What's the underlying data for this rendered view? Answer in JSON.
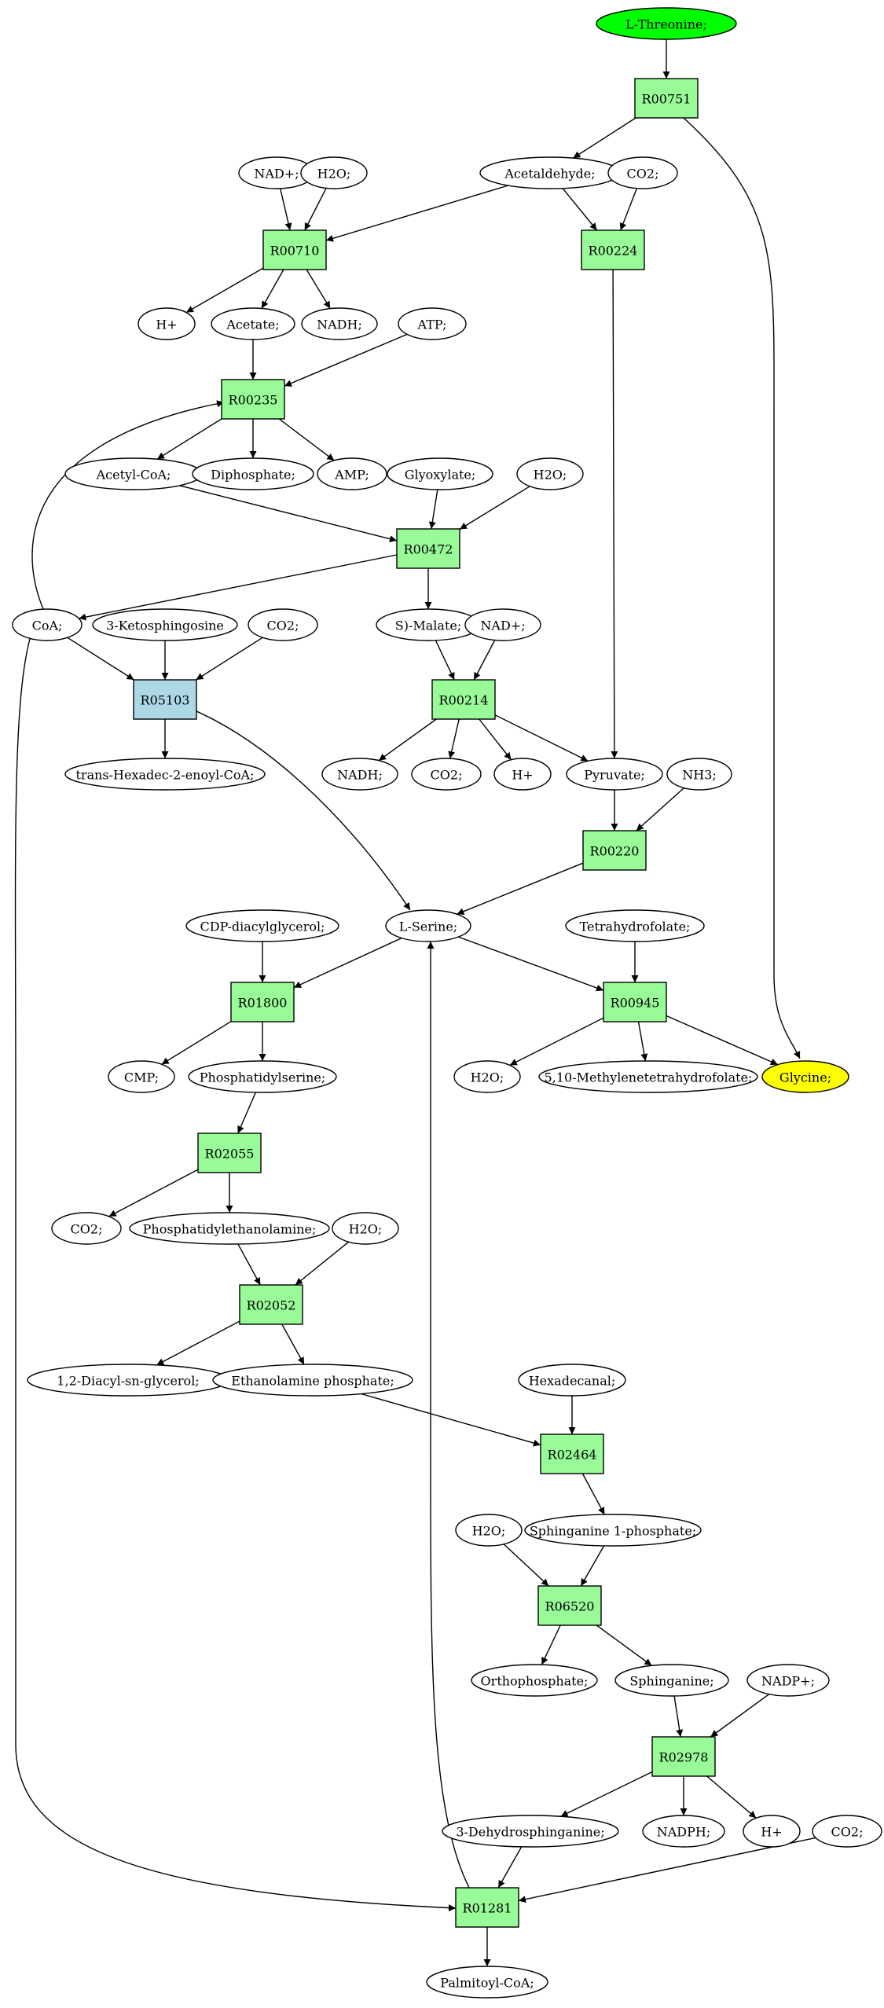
{
  "colors": {
    "reaction": "#98fb98",
    "reaction_highlight": "#add8e6",
    "start": "#00ff00",
    "target": "#ffff00",
    "compound": "#ffffff"
  },
  "nodes": [
    {
      "id": "thr",
      "label": "L-Threonine;",
      "kind": "start"
    },
    {
      "id": "R00751",
      "label": "R00751",
      "kind": "reaction"
    },
    {
      "id": "nad1",
      "label": "NAD+;",
      "kind": "compound"
    },
    {
      "id": "h2o1",
      "label": "H2O;",
      "kind": "compound"
    },
    {
      "id": "acetald",
      "label": "Acetaldehyde;",
      "kind": "compound"
    },
    {
      "id": "co2a",
      "label": "CO2;",
      "kind": "compound"
    },
    {
      "id": "R00710",
      "label": "R00710",
      "kind": "reaction"
    },
    {
      "id": "R00224",
      "label": "R00224",
      "kind": "reaction"
    },
    {
      "id": "hplus1",
      "label": "H+",
      "kind": "compound"
    },
    {
      "id": "acetate",
      "label": "Acetate;",
      "kind": "compound"
    },
    {
      "id": "nadh1",
      "label": "NADH;",
      "kind": "compound"
    },
    {
      "id": "atp",
      "label": "ATP;",
      "kind": "compound"
    },
    {
      "id": "R00235",
      "label": "R00235",
      "kind": "reaction"
    },
    {
      "id": "acetylcoa",
      "label": "Acetyl-CoA;",
      "kind": "compound"
    },
    {
      "id": "dipho",
      "label": "Diphosphate;",
      "kind": "compound"
    },
    {
      "id": "amp",
      "label": "AMP;",
      "kind": "compound"
    },
    {
      "id": "glyox",
      "label": "Glyoxylate;",
      "kind": "compound"
    },
    {
      "id": "h2o2",
      "label": "H2O;",
      "kind": "compound"
    },
    {
      "id": "R00472",
      "label": "R00472",
      "kind": "reaction"
    },
    {
      "id": "coa",
      "label": "CoA;",
      "kind": "compound"
    },
    {
      "id": "ketosph",
      "label": "3-Ketosphingosine",
      "kind": "compound"
    },
    {
      "id": "co2b",
      "label": "CO2;",
      "kind": "compound"
    },
    {
      "id": "malate",
      "label": "S)-Malate;",
      "kind": "compound"
    },
    {
      "id": "nad2",
      "label": "NAD+;",
      "kind": "compound"
    },
    {
      "id": "R05103",
      "label": "R05103",
      "kind": "reaction_highlight"
    },
    {
      "id": "R00214",
      "label": "R00214",
      "kind": "reaction"
    },
    {
      "id": "transhex",
      "label": "trans-Hexadec-2-enoyl-CoA;",
      "kind": "compound"
    },
    {
      "id": "nadh2",
      "label": "NADH;",
      "kind": "compound"
    },
    {
      "id": "co2c",
      "label": "CO2;",
      "kind": "compound"
    },
    {
      "id": "hplus2",
      "label": "H+",
      "kind": "compound"
    },
    {
      "id": "pyruvate",
      "label": "Pyruvate;",
      "kind": "compound"
    },
    {
      "id": "nh3",
      "label": "NH3;",
      "kind": "compound"
    },
    {
      "id": "R00220",
      "label": "R00220",
      "kind": "reaction"
    },
    {
      "id": "cdpdag",
      "label": "CDP-diacylglycerol;",
      "kind": "compound"
    },
    {
      "id": "serine",
      "label": "L-Serine;",
      "kind": "compound"
    },
    {
      "id": "thf",
      "label": "Tetrahydrofolate;",
      "kind": "compound"
    },
    {
      "id": "R01800",
      "label": "R01800",
      "kind": "reaction"
    },
    {
      "id": "R00945",
      "label": "R00945",
      "kind": "reaction"
    },
    {
      "id": "cmp",
      "label": "CMP;",
      "kind": "compound"
    },
    {
      "id": "ptdser",
      "label": "Phosphatidylserine;",
      "kind": "compound"
    },
    {
      "id": "h2o3",
      "label": "H2O;",
      "kind": "compound"
    },
    {
      "id": "methylthf",
      "label": "5,10-Methylenetetrahydrofolate;",
      "kind": "compound"
    },
    {
      "id": "glycine",
      "label": "Glycine;",
      "kind": "target"
    },
    {
      "id": "R02055",
      "label": "R02055",
      "kind": "reaction"
    },
    {
      "id": "co2d",
      "label": "CO2;",
      "kind": "compound"
    },
    {
      "id": "ptdeth",
      "label": "Phosphatidylethanolamine;",
      "kind": "compound"
    },
    {
      "id": "h2o4",
      "label": "H2O;",
      "kind": "compound"
    },
    {
      "id": "R02052",
      "label": "R02052",
      "kind": "reaction"
    },
    {
      "id": "diacyl",
      "label": "1,2-Diacyl-sn-glycerol;",
      "kind": "compound"
    },
    {
      "id": "ethp",
      "label": "Ethanolamine phosphate;",
      "kind": "compound"
    },
    {
      "id": "hexadecanal",
      "label": "Hexadecanal;",
      "kind": "compound"
    },
    {
      "id": "R02464",
      "label": "R02464",
      "kind": "reaction"
    },
    {
      "id": "h2o5",
      "label": "H2O;",
      "kind": "compound"
    },
    {
      "id": "sph1p",
      "label": "Sphinganine 1-phosphate;",
      "kind": "compound"
    },
    {
      "id": "R06520",
      "label": "R06520",
      "kind": "reaction"
    },
    {
      "id": "orthop",
      "label": "Orthophosphate;",
      "kind": "compound"
    },
    {
      "id": "sphinganine",
      "label": "Sphinganine;",
      "kind": "compound"
    },
    {
      "id": "nadp",
      "label": "NADP+;",
      "kind": "compound"
    },
    {
      "id": "R02978",
      "label": "R02978",
      "kind": "reaction"
    },
    {
      "id": "dehydrosph",
      "label": "3-Dehydrosphinganine;",
      "kind": "compound"
    },
    {
      "id": "nadph",
      "label": "NADPH;",
      "kind": "compound"
    },
    {
      "id": "hplus3",
      "label": "H+",
      "kind": "compound"
    },
    {
      "id": "co2e",
      "label": "CO2;",
      "kind": "compound"
    },
    {
      "id": "R01281",
      "label": "R01281",
      "kind": "reaction"
    },
    {
      "id": "palmcoa",
      "label": "Palmitoyl-CoA;",
      "kind": "compound"
    }
  ],
  "edges": [
    [
      "thr",
      "R00751"
    ],
    [
      "R00751",
      "acetald"
    ],
    [
      "R00751",
      "glycine"
    ],
    [
      "nad1",
      "R00710"
    ],
    [
      "h2o1",
      "R00710"
    ],
    [
      "acetald",
      "R00710"
    ],
    [
      "acetald",
      "R00224"
    ],
    [
      "co2a",
      "R00224"
    ],
    [
      "R00710",
      "hplus1"
    ],
    [
      "R00710",
      "acetate"
    ],
    [
      "R00710",
      "nadh1"
    ],
    [
      "R00224",
      "pyruvate"
    ],
    [
      "acetate",
      "R00235"
    ],
    [
      "atp",
      "R00235"
    ],
    [
      "coa",
      "R00235"
    ],
    [
      "R00235",
      "acetylcoa"
    ],
    [
      "R00235",
      "dipho"
    ],
    [
      "R00235",
      "amp"
    ],
    [
      "acetylcoa",
      "R00472"
    ],
    [
      "glyox",
      "R00472"
    ],
    [
      "h2o2",
      "R00472"
    ],
    [
      "R00472",
      "coa"
    ],
    [
      "R00472",
      "malate"
    ],
    [
      "coa",
      "R05103"
    ],
    [
      "ketosph",
      "R05103"
    ],
    [
      "co2b",
      "R05103"
    ],
    [
      "R05103",
      "transhex"
    ],
    [
      "R05103",
      "serine"
    ],
    [
      "malate",
      "R00214"
    ],
    [
      "nad2",
      "R00214"
    ],
    [
      "R00214",
      "nadh2"
    ],
    [
      "R00214",
      "co2c"
    ],
    [
      "R00214",
      "hplus2"
    ],
    [
      "R00214",
      "pyruvate"
    ],
    [
      "pyruvate",
      "R00220"
    ],
    [
      "nh3",
      "R00220"
    ],
    [
      "R00220",
      "serine"
    ],
    [
      "cdpdag",
      "R01800"
    ],
    [
      "serine",
      "R01800"
    ],
    [
      "serine",
      "R00945"
    ],
    [
      "thf",
      "R00945"
    ],
    [
      "R01800",
      "cmp"
    ],
    [
      "R01800",
      "ptdser"
    ],
    [
      "R00945",
      "h2o3"
    ],
    [
      "R00945",
      "methylthf"
    ],
    [
      "R00945",
      "glycine"
    ],
    [
      "ptdser",
      "R02055"
    ],
    [
      "R02055",
      "co2d"
    ],
    [
      "R02055",
      "ptdeth"
    ],
    [
      "ptdeth",
      "R02052"
    ],
    [
      "h2o4",
      "R02052"
    ],
    [
      "R02052",
      "diacyl"
    ],
    [
      "R02052",
      "ethp"
    ],
    [
      "ethp",
      "R02464"
    ],
    [
      "hexadecanal",
      "R02464"
    ],
    [
      "R02464",
      "sph1p"
    ],
    [
      "h2o5",
      "R06520"
    ],
    [
      "sph1p",
      "R06520"
    ],
    [
      "R06520",
      "orthop"
    ],
    [
      "R06520",
      "sphinganine"
    ],
    [
      "sphinganine",
      "R02978"
    ],
    [
      "nadp",
      "R02978"
    ],
    [
      "R02978",
      "dehydrosph"
    ],
    [
      "R02978",
      "nadph"
    ],
    [
      "R02978",
      "hplus3"
    ],
    [
      "dehydrosph",
      "R01281"
    ],
    [
      "co2e",
      "R01281"
    ],
    [
      "coa",
      "R01281"
    ],
    [
      "R01281",
      "serine"
    ],
    [
      "R01281",
      "palmcoa"
    ]
  ]
}
